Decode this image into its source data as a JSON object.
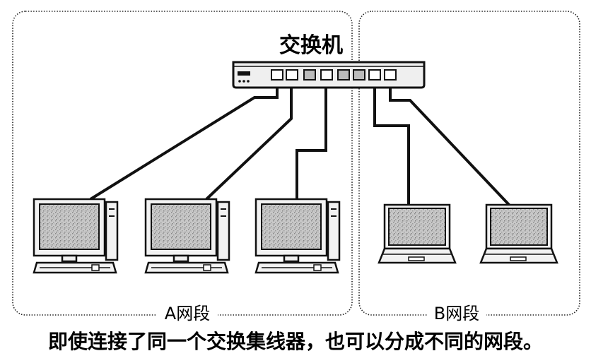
{
  "diagram": {
    "switch_label": "交换机",
    "segment_a_label": "A网段",
    "segment_b_label": "B网段",
    "caption": "即使连接了同一个交换集线器，也可以分成不同的网段。",
    "segment_a_devices": [
      "desktop",
      "desktop",
      "desktop"
    ],
    "segment_b_devices": [
      "laptop",
      "laptop"
    ],
    "switch_ports": 8
  }
}
